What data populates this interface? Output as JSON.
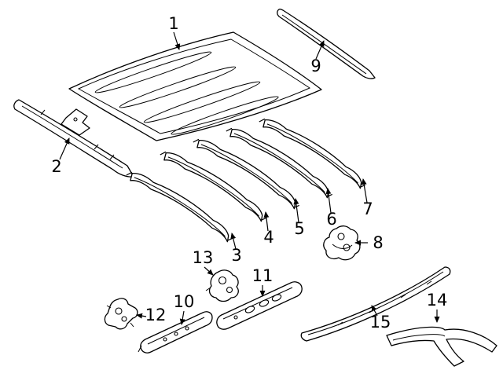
{
  "diagram": {
    "background_color": "#ffffff",
    "line_color": "#000000",
    "callouts": {
      "c1": "1",
      "c2": "2",
      "c3": "3",
      "c4": "4",
      "c5": "5",
      "c6": "6",
      "c7": "7",
      "c8": "8",
      "c9": "9",
      "c10": "10",
      "c11": "11",
      "c12": "12",
      "c13": "13",
      "c14": "14",
      "c15": "15"
    }
  }
}
